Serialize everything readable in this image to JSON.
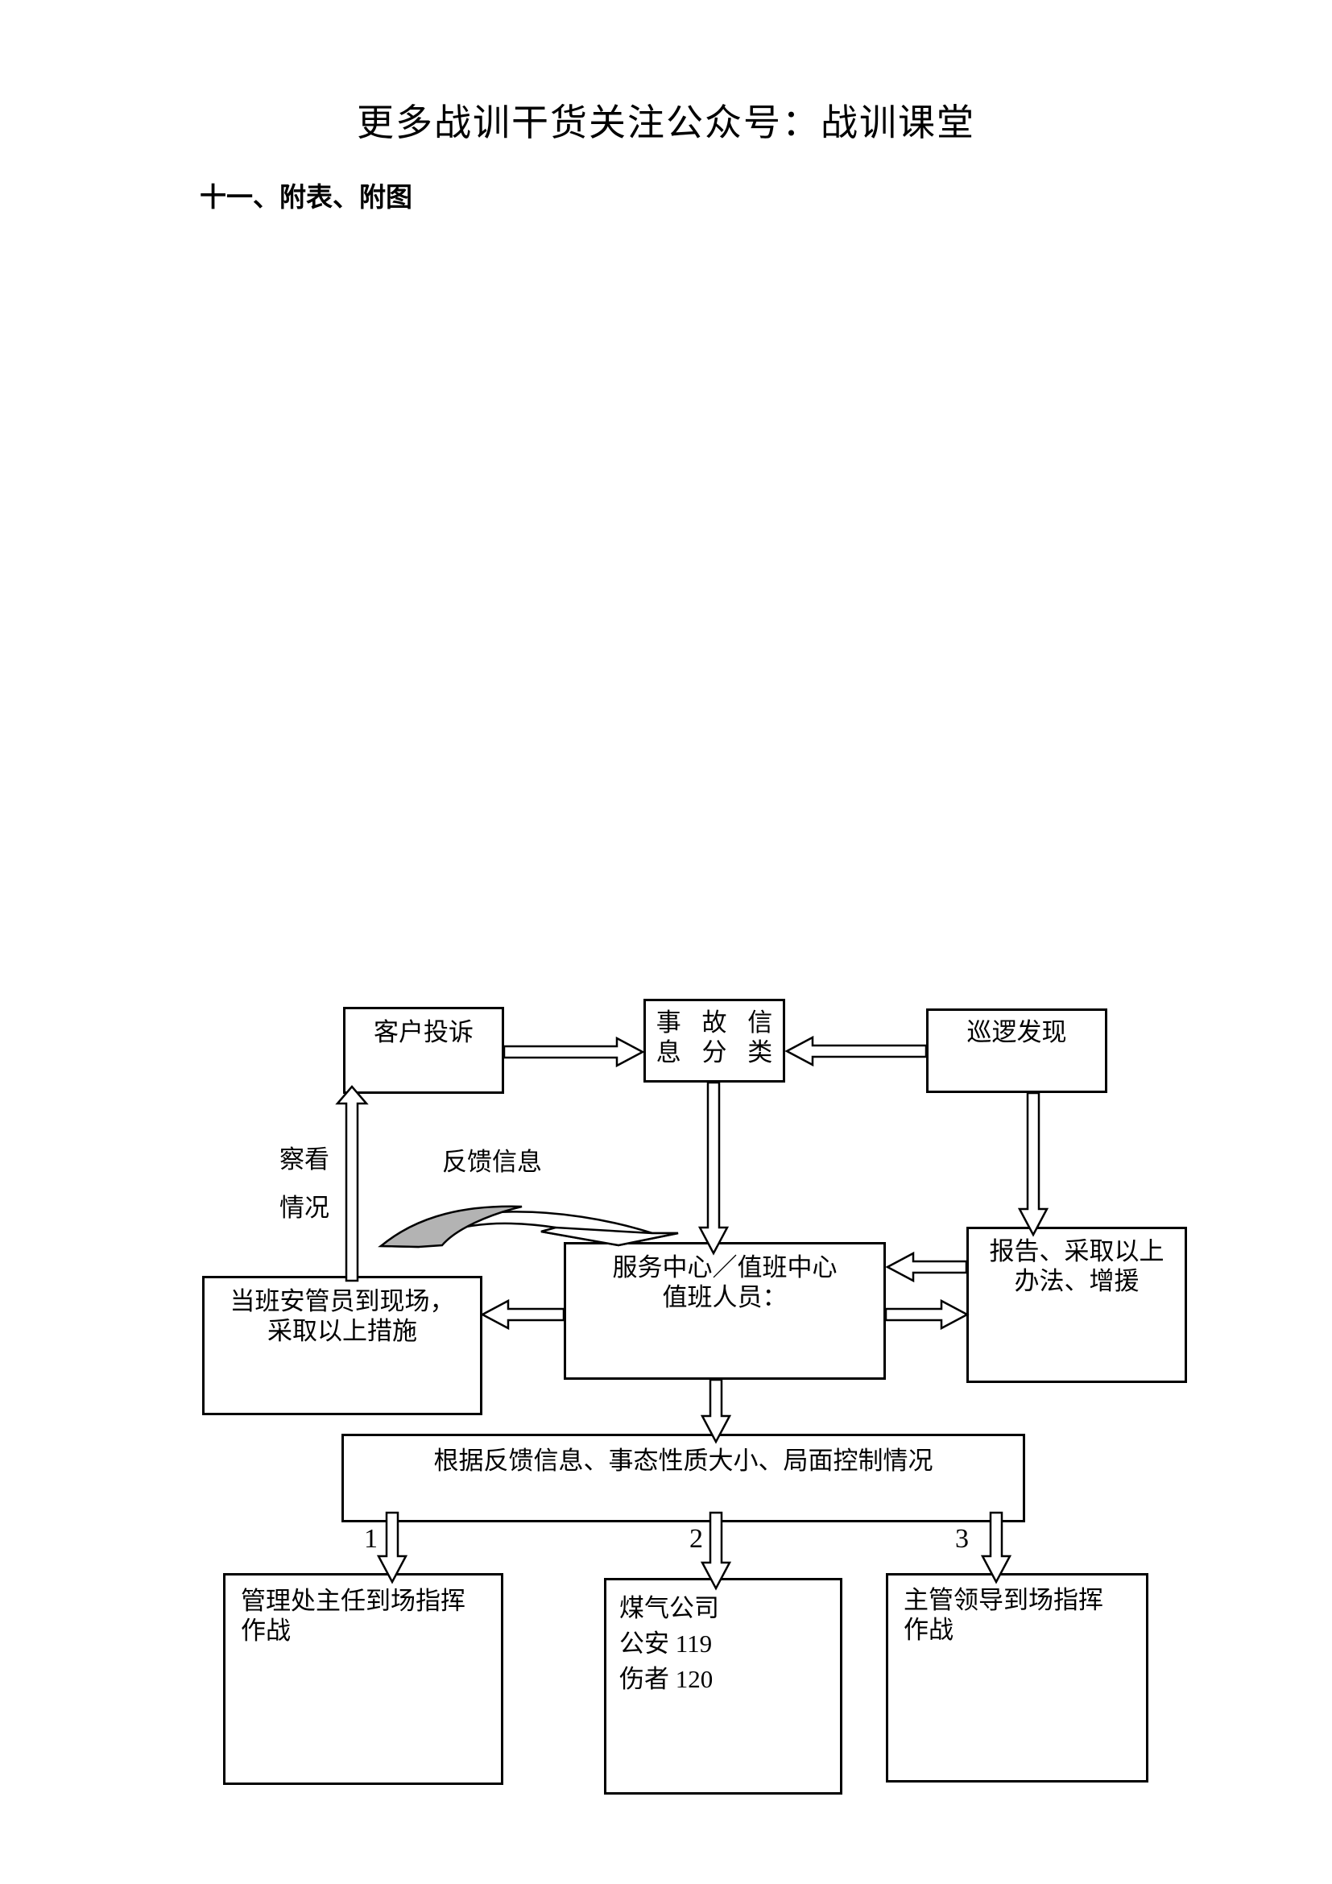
{
  "page": {
    "title": "更多战训干货关注公众号：战训课堂",
    "section_heading": "十一、附表、附图"
  },
  "flowchart": {
    "nodes": {
      "customer_complaint": {
        "lines": [
          "客户投诉"
        ]
      },
      "incident_classify": {
        "lines": [
          "事 故 信",
          "息 分 类"
        ]
      },
      "patrol_discovery": {
        "lines": [
          "巡逻发现"
        ]
      },
      "service_center": {
        "lines": [
          "服务中心／值班中心",
          "值班人员："
        ]
      },
      "report_reinforce": {
        "lines": [
          "报告、采取以上",
          "办法、增援"
        ]
      },
      "guard_on_scene": {
        "lines": [
          "当班安管员到现场，",
          "采取以上措施"
        ]
      },
      "decision": {
        "lines": [
          "根据反馈信息、事态性质大小、局面控制情况"
        ]
      },
      "office_director": {
        "lines": [
          "管理处主任到场指挥",
          "作战"
        ]
      },
      "emergency_calls": {
        "lines": [
          "煤气公司",
          "公安 119",
          "伤者 120"
        ]
      },
      "supervisor_leader": {
        "lines": [
          "主管领导到场指挥",
          "作战"
        ]
      }
    },
    "labels": {
      "inspect_line1": "察看",
      "inspect_line2": "情况",
      "feedback": "反馈信息",
      "branch_1": "1",
      "branch_2": "2",
      "branch_3": "3"
    },
    "colors": {
      "line": "#000000",
      "curved_arrow_shade": "#b3b3b3"
    }
  }
}
